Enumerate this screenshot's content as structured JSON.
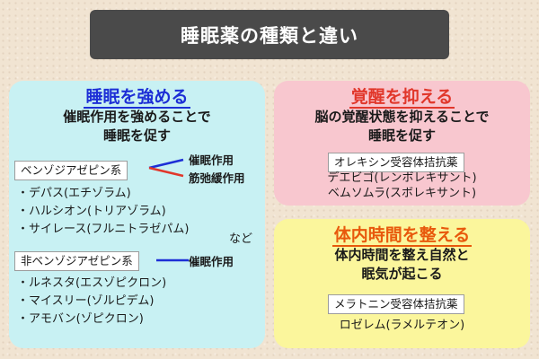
{
  "title": "睡眠薬の種類と違い",
  "left": {
    "heading": "睡眠を強める",
    "desc_lines": [
      "催眠作用を強めることで",
      "睡眠を促す"
    ],
    "benzo": {
      "label": "ベンゾジアゼピン系",
      "effects": [
        "催眠作用",
        "筋弛緩作用"
      ],
      "drugs": [
        "・デパス(エチゾラム)",
        "・ハルシオン(トリアゾラム)",
        "・サイレース(フルニトラゼパム)"
      ]
    },
    "etc": "など",
    "nonbenzo": {
      "label": "非ベンゾジアゼピン系",
      "effect": "催眠作用",
      "drugs": [
        "・ルネスタ(エスゾピクロン)",
        "・マイスリー(ゾルピデム)",
        "・アモバン(ゾピクロン)"
      ]
    }
  },
  "pink": {
    "heading": "覚醒を抑える",
    "desc_lines": [
      "脳の覚醒状態を抑えることで",
      "睡眠を促す"
    ],
    "box_label": "オレキシン受容体拮抗薬",
    "drugs": [
      "デエビゴ(レンボレキサント)",
      "ベムソムラ(スボレキサント)"
    ]
  },
  "yellow": {
    "heading": "体内時間を整える",
    "desc_lines": [
      "体内時間を整え自然と",
      "眠気が起こる"
    ],
    "box_label": "メラトニン受容体拮抗薬",
    "drugs": [
      "ロゼレム(ラメルテオン)"
    ]
  },
  "colors": {
    "title_bg": "#4a4a4a",
    "blue_panel": "#c8f1f3",
    "pink_panel": "#f8c7cf",
    "yellow_panel": "#fbf69c",
    "blue_heading": "#1d2fd6",
    "red_heading": "#e1372b",
    "orange_heading": "#e8590c",
    "arrow_blue": "#1d2fd6",
    "arrow_red": "#e1372b"
  }
}
